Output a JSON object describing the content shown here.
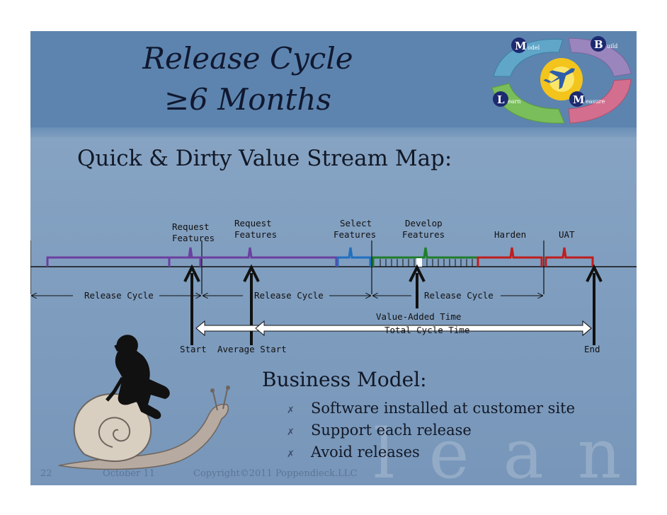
{
  "header": {
    "title_line1": "Release Cycle",
    "title_line2": "≥6 Months"
  },
  "logo": {
    "segments": [
      "odel",
      "uild",
      "easure",
      "earn"
    ],
    "initials": [
      "M",
      "B",
      "M",
      "L"
    ],
    "icon": "jet-plane-icon"
  },
  "subtitle": "Quick & Dirty Value Stream Map:",
  "value_stream": {
    "stage_labels": [
      {
        "lines": [
          "Request",
          "Features"
        ]
      },
      {
        "lines": [
          "Request",
          "Features"
        ]
      },
      {
        "lines": [
          "Select",
          "Features"
        ]
      },
      {
        "lines": [
          "Develop",
          "Features"
        ]
      },
      {
        "lines": [
          "Harden"
        ]
      },
      {
        "lines": [
          "UAT"
        ]
      }
    ],
    "cycle_labels": [
      "Release Cycle",
      "Release Cycle",
      "Release Cycle"
    ],
    "value_added_label": "Value-Added Time",
    "total_cycle_label": "Total Cycle Time",
    "start_label": "Start",
    "average_start_label": "Average Start",
    "end_label": "End",
    "colors": {
      "request": "#6b3fa0",
      "select": "#1f6fc0",
      "develop": "#1e7d2a",
      "harden": "#c01d1d",
      "uat": "#c01d1d"
    }
  },
  "business_model": {
    "title": "Business Model:",
    "bullets": [
      "Software installed at customer site",
      "Support each release",
      "Avoid releases"
    ]
  },
  "watermark": "lean",
  "footer": {
    "page": "22",
    "date": "October 11",
    "copyright": "Copyright©2011 Poppendieck.LLC"
  }
}
